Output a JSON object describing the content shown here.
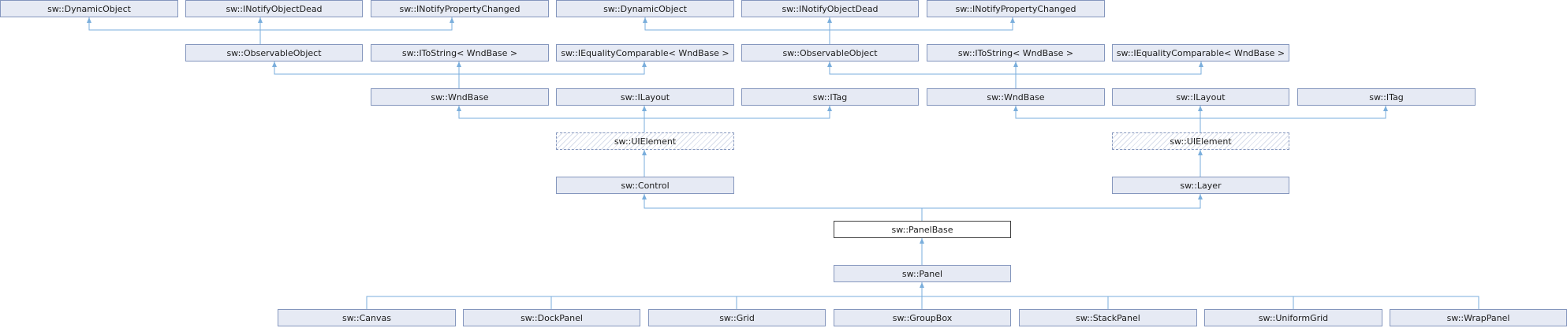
{
  "diagram": {
    "nodes": {
      "r1_dynamic_object": "sw::DynamicObject",
      "r1_inotify_object_dead": "sw::INotifyObjectDead",
      "r1_inotify_property_changed": "sw::INotifyPropertyChanged",
      "r2_dynamic_object": "sw::DynamicObject",
      "r2_inotify_object_dead": "sw::INotifyObjectDead",
      "r2_inotify_property_changed": "sw::INotifyPropertyChanged",
      "l_observable_object": "sw::ObservableObject",
      "l_itostring": "sw::IToString< WndBase >",
      "l_iequality": "sw::IEqualityComparable< WndBase >",
      "r_observable_object": "sw::ObservableObject",
      "r_itostring": "sw::IToString< WndBase >",
      "r_iequality": "sw::IEqualityComparable< WndBase >",
      "l_wndbase": "sw::WndBase",
      "l_ilayout": "sw::ILayout",
      "l_itag": "sw::ITag",
      "r_wndbase": "sw::WndBase",
      "r_ilayout": "sw::ILayout",
      "r_itag": "sw::ITag",
      "l_uielement": "sw::UIElement",
      "r_uielement": "sw::UIElement",
      "control": "sw::Control",
      "layer": "sw::Layer",
      "panelbase": "sw::PanelBase",
      "panel": "sw::Panel",
      "canvas": "sw::Canvas",
      "dockpanel": "sw::DockPanel",
      "grid": "sw::Grid",
      "groupbox": "sw::GroupBox",
      "stackpanel": "sw::StackPanel",
      "uniformgrid": "sw::UniformGrid",
      "wrappanel": "sw::WrapPanel"
    },
    "colors": {
      "node_fill": "#e6eaf4",
      "node_border": "#8496bd",
      "edge": "#7aaedc",
      "current_border": "#404040"
    }
  }
}
